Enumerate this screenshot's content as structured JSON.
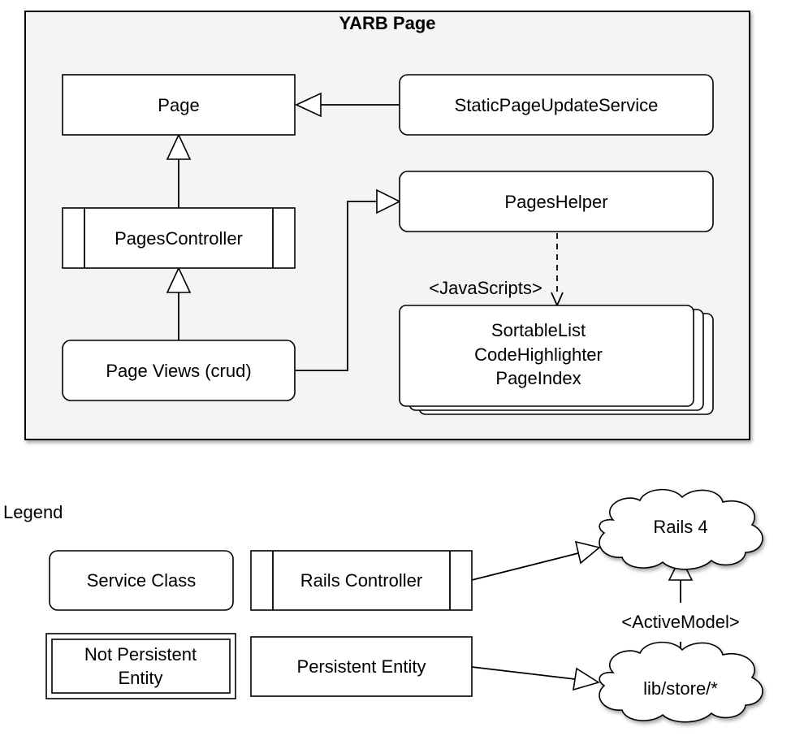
{
  "package": {
    "title": "YARB Page"
  },
  "nodes": {
    "page": "Page",
    "static_page_update_service": "StaticPageUpdateService",
    "pages_controller": "PagesController",
    "pages_helper": "PagesHelper",
    "page_views": "Page Views (crud)",
    "javascripts": [
      "SortableList",
      "CodeHighlighter",
      "PageIndex"
    ]
  },
  "edge_labels": {
    "javascripts_stereotype": "<JavaScripts>",
    "activemodel_stereotype": "<ActiveModel>"
  },
  "legend": {
    "title": "Legend",
    "service_class": "Service Class",
    "rails_controller": "Rails Controller",
    "not_persistent_entity": [
      "Not Persistent",
      "Entity"
    ],
    "persistent_entity": "Persistent Entity",
    "rails4": "Rails 4",
    "lib_store": "lib/store/*"
  },
  "colors": {
    "package_fill": "#f4f4f4",
    "box_fill": "#ffffff",
    "stroke": "#000000"
  }
}
